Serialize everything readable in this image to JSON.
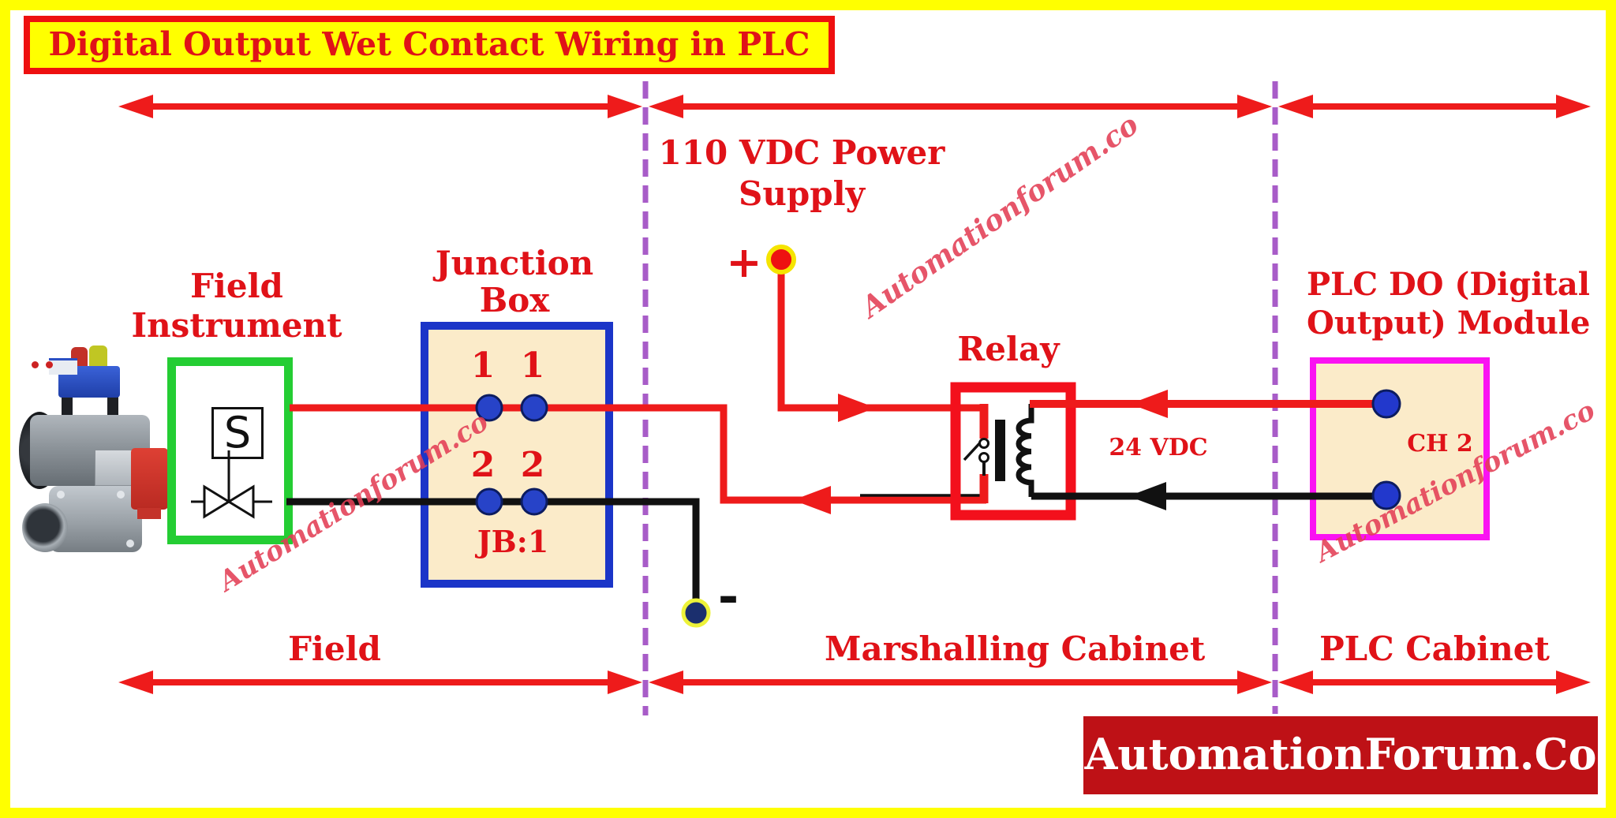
{
  "title": {
    "text": "Digital Output Wet Contact Wiring in PLC"
  },
  "sections": {
    "field_label": "Field",
    "marshalling_label": "Marshalling Cabinet",
    "plc_label": "PLC Cabinet"
  },
  "field_instrument": {
    "label_line1": "Field",
    "label_line2": "Instrument",
    "symbol_letter": "S"
  },
  "junction_box": {
    "label_line1": "Junction",
    "label_line2": "Box",
    "terminals": [
      "1",
      "1",
      "2",
      "2"
    ],
    "tag": "JB:1"
  },
  "power_supply": {
    "label_line1": "110 VDC Power",
    "label_line2": "Supply",
    "positive_sign": "+",
    "negative_sign": "-"
  },
  "relay": {
    "label": "Relay",
    "voltage_label": "24 VDC"
  },
  "plc_module": {
    "label_line1": "PLC DO (Digital",
    "label_line2": "Output) Module",
    "channel": "CH 2"
  },
  "watermark": {
    "text": "Automationforum.co"
  },
  "logo": {
    "text": "AutomationForum.Co"
  },
  "colors": {
    "page_border": "#ffff00",
    "label_red": "#e01218",
    "wire_red": "#ee1b1b",
    "wire_black": "#111111",
    "junction_border_blue": "#1b35c8",
    "terminal_blue": "#2743c8",
    "plc_border_magenta": "#fa12f2",
    "instrument_border_green": "#24cd33",
    "cabinet_fill_cream": "#fbebc9",
    "divider_purple": "#a85cc8",
    "logo_bg": "#be1116",
    "negative_terminal_navy": "#1b2f6e",
    "positive_terminal_ring_yellow": "#f5e400"
  }
}
